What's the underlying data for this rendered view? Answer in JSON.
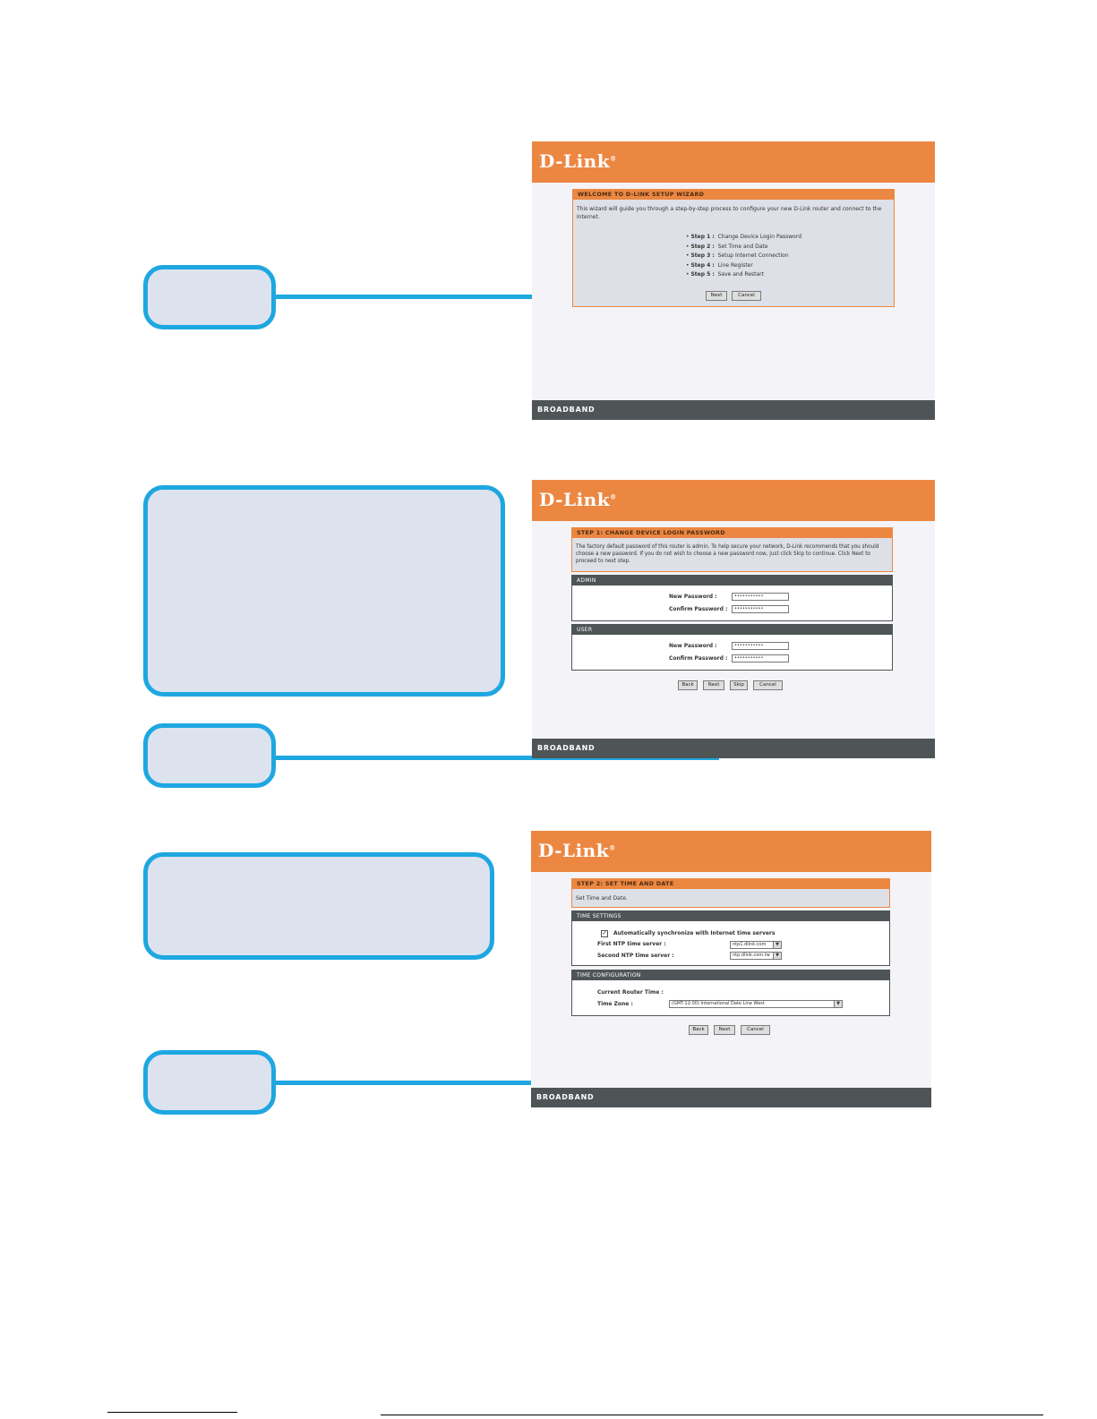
{
  "colors": {
    "brand_orange": "#ec8742",
    "callout_border": "#1ea7e1",
    "callout_fill": "#dde3ee",
    "footer_gray": "#4f5556"
  },
  "shot1": {
    "logo": "D-Link",
    "panel_title": "WELCOME TO D-LINK SETUP WIZARD",
    "intro": "This wizard will guide you through a step-by-step process to configure your new D-Link router and connect to the Internet.",
    "steps": [
      {
        "label": "Step 1 :",
        "text": "Change Device Login Password"
      },
      {
        "label": "Step 2 :",
        "text": "Set Time and Date"
      },
      {
        "label": "Step 3 :",
        "text": "Setup Internet Connection"
      },
      {
        "label": "Step 4 :",
        "text": "Line Register"
      },
      {
        "label": "Step 5 :",
        "text": "Save and Restart"
      }
    ],
    "next_label": "Next",
    "cancel_label": "Cancel",
    "footer": "BROADBAND"
  },
  "shot2": {
    "logo": "D-Link",
    "panel_title": "STEP 1: CHANGE DEVICE LOGIN PASSWORD",
    "intro": "The factory default password of this router is admin. To help secure your network, D-Link recommends that you should choose a new password. If you do not wish to choose a new password now, just click Skip to continue. Click Next to proceed to next step.",
    "admin": {
      "title": "ADMIN",
      "new_label": "New Password :",
      "new_value": "•••••••••••",
      "confirm_label": "Confirm Password :",
      "confirm_value": "•••••••••••"
    },
    "user": {
      "title": "USER",
      "new_label": "New Password :",
      "new_value": "•••••••••••",
      "confirm_label": "Confirm Password :",
      "confirm_value": "•••••••••••"
    },
    "back_label": "Back",
    "next_label": "Next",
    "skip_label": "Skip",
    "cancel_label": "Cancel",
    "footer": "BROADBAND"
  },
  "shot3": {
    "logo": "D-Link",
    "panel_title": "STEP 2: SET TIME AND DATE",
    "intro": "Set Time and Date.",
    "time_settings": {
      "title": "TIME SETTINGS",
      "auto_sync_label": "Automatically synchronize with Internet time servers",
      "auto_sync_checked": "✓",
      "ntp1_label": "First NTP time server :",
      "ntp1_value": "ntp1.dlink.com",
      "ntp2_label": "Second NTP time server :",
      "ntp2_value": "ntp.dlink.com.tw"
    },
    "time_config": {
      "title": "TIME CONFIGURATION",
      "current_label": "Current Router Time :",
      "zone_label": "Time Zone :",
      "zone_value": "(GMT-12:00) International Date Line West"
    },
    "back_label": "Back",
    "next_label": "Next",
    "cancel_label": "Cancel",
    "footer": "BROADBAND"
  }
}
